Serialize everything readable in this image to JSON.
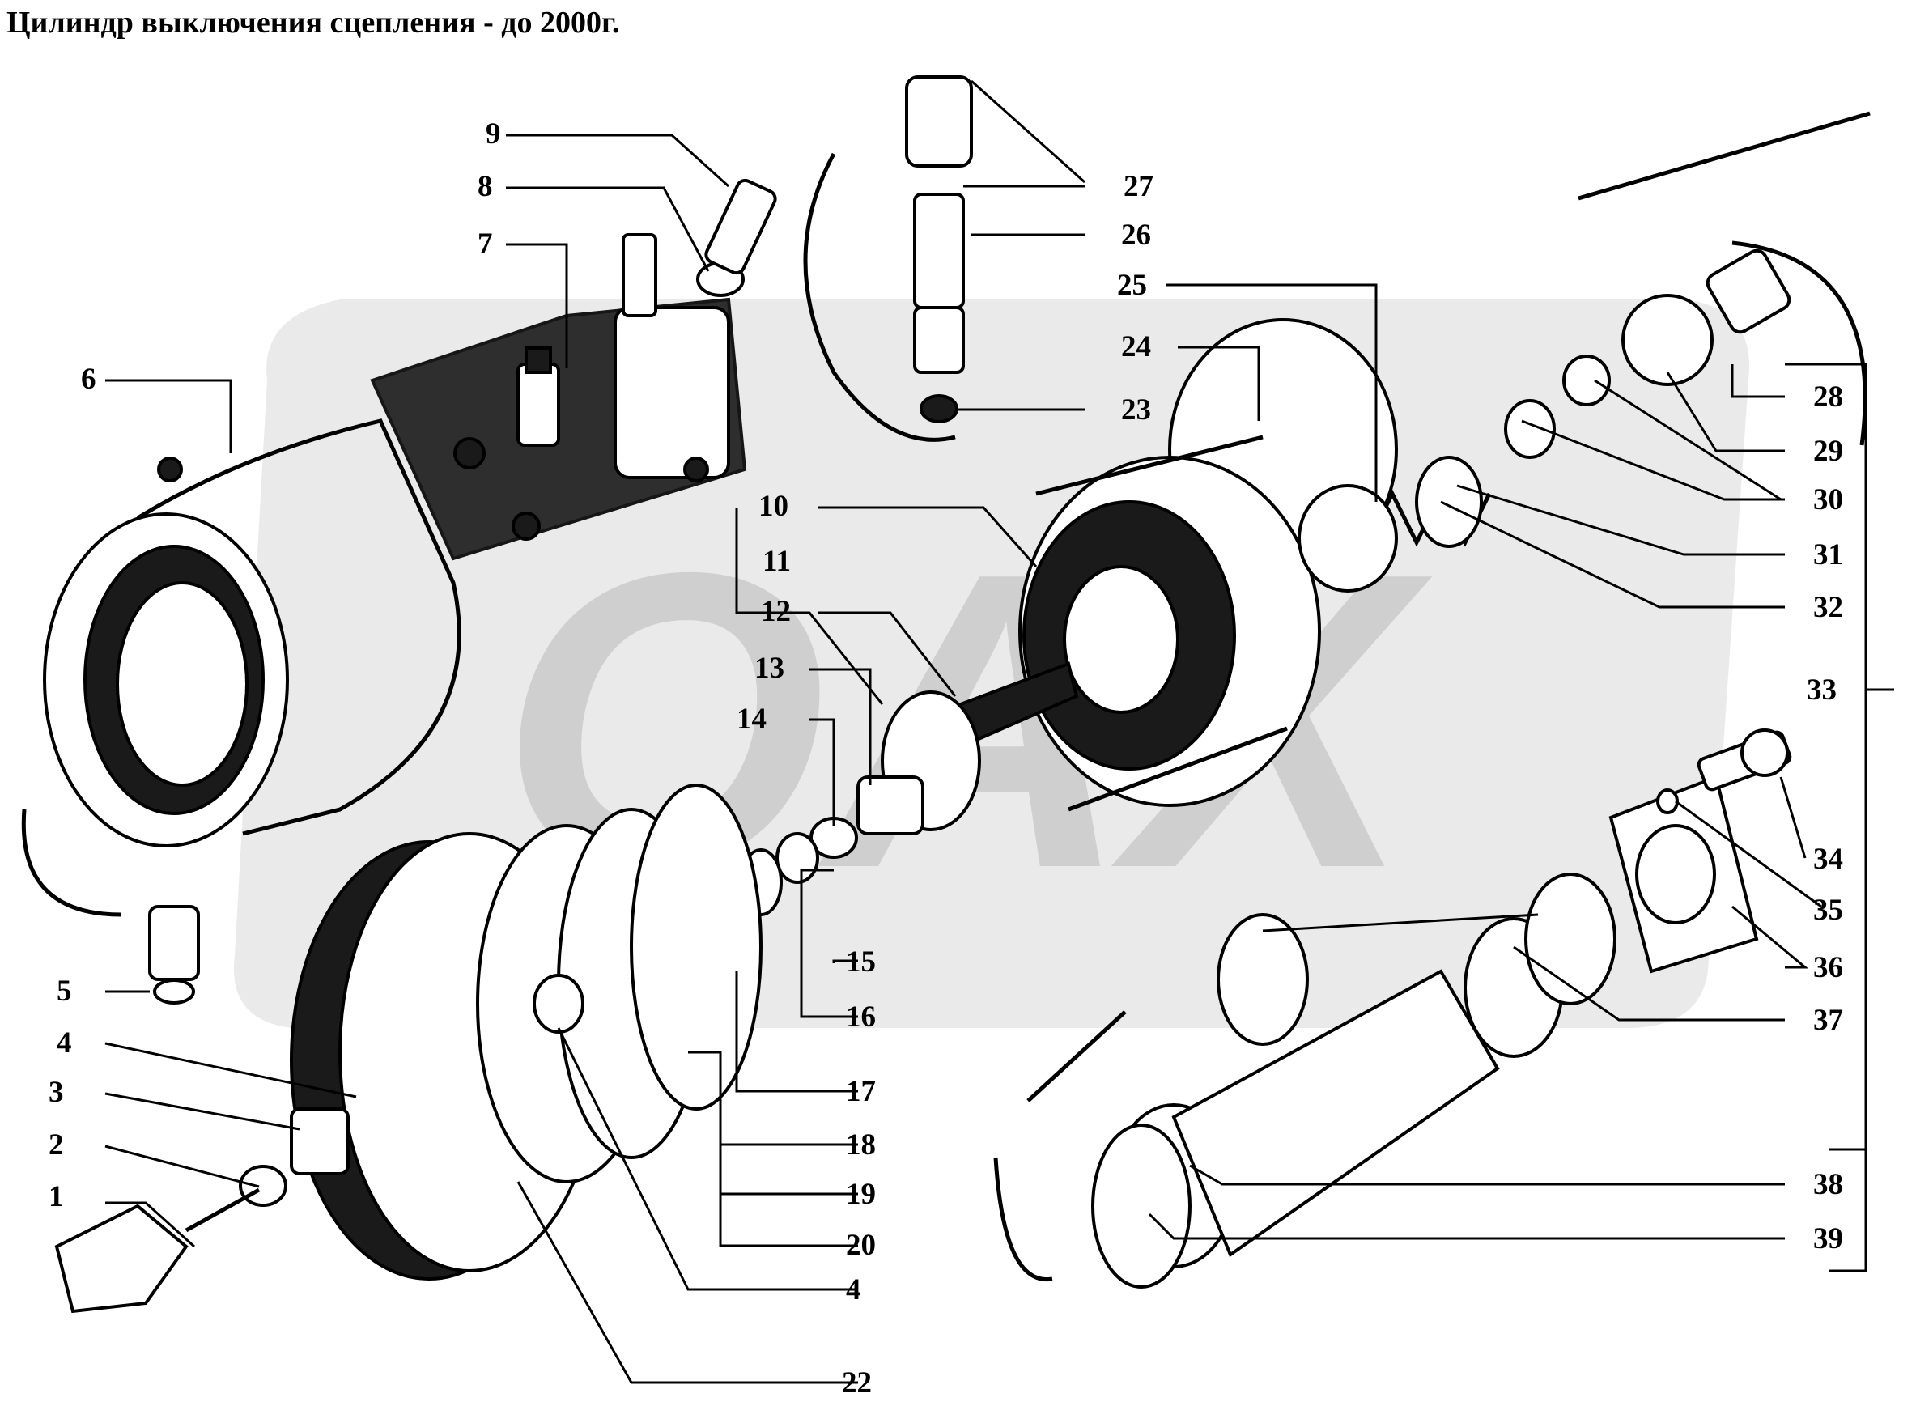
{
  "title": "Цилиндр выключения сцепления - до 2000г.",
  "watermark": "OAX",
  "callouts": {
    "c1": "1",
    "c2": "2",
    "c3": "3",
    "c4a": "4",
    "c4b": "4",
    "c5": "5",
    "c6": "6",
    "c7": "7",
    "c8": "8",
    "c9": "9",
    "c10": "10",
    "c11": "11",
    "c12": "12",
    "c13": "13",
    "c14": "14",
    "c15": "15",
    "c16": "16",
    "c17": "17",
    "c18": "18",
    "c19": "19",
    "c20": "20",
    "c22": "22",
    "c23": "23",
    "c24": "24",
    "c25": "25",
    "c26": "26",
    "c27": "27",
    "c28": "28",
    "c29": "29",
    "c30": "30",
    "c31": "31",
    "c32": "32",
    "c33": "33",
    "c34": "34",
    "c35": "35",
    "c36": "36",
    "c37": "37",
    "c38": "38",
    "c39": "39"
  }
}
